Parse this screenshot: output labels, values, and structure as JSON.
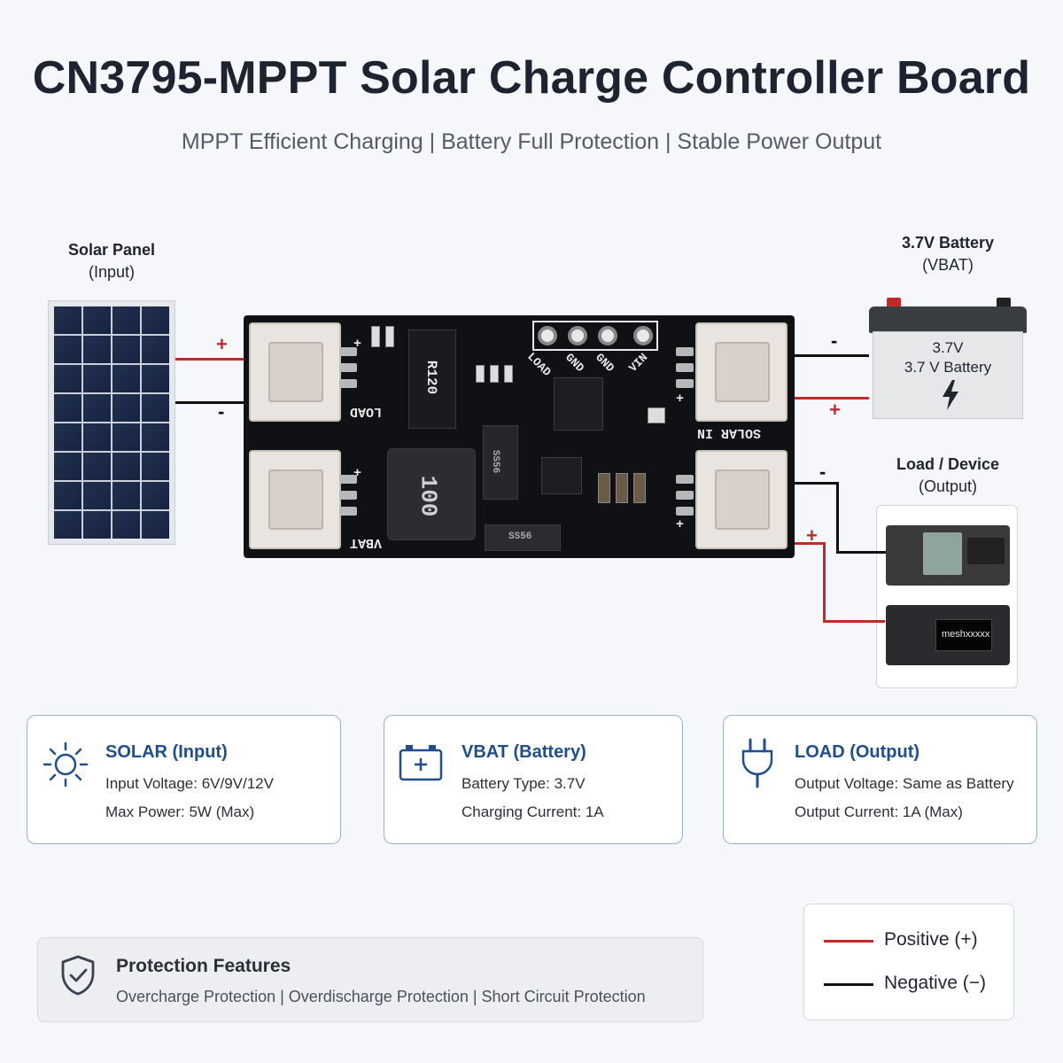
{
  "header": {
    "title": "CN3795-MPPT Solar Charge Controller Board",
    "subtitle": "MPPT Efficient Charging  |  Battery Full Protection  |  Stable Power Output"
  },
  "solar_panel": {
    "label_line1": "Solar Panel",
    "label_line2": "(Input)",
    "plus": "+",
    "minus": "-"
  },
  "battery": {
    "label_line1": "3.7V Battery",
    "label_line2": "(VBAT)",
    "body_line1": "3.7V",
    "body_line2": "3.7 V Battery",
    "minus": "-",
    "plus": "+"
  },
  "load": {
    "label_line1": "Load / Device",
    "label_line2": "(Output)",
    "minus": "-",
    "plus": "+",
    "screen_text": "meshxxxxx"
  },
  "board": {
    "silk_load": "LOAD",
    "silk_vbat": "VBAT",
    "silk_solar_in": "SOLAR IN",
    "silk_vin": "VIN",
    "silk_gnd1": "GND",
    "silk_gnd2": "GND",
    "silk_load_top": "LOAD",
    "resistor_mark": "R120",
    "inductor_mark": "100",
    "diode_mark": "SS56",
    "diode2_mark": "SS56",
    "plus_marks": [
      "+",
      "+",
      "+",
      "+"
    ]
  },
  "cards": [
    {
      "title": "SOLAR (Input)",
      "line1": "Input Voltage: 6V/9V/12V",
      "line2": "Max Power:  5W (Max)",
      "icon": "sun-icon"
    },
    {
      "title": "VBAT (Battery)",
      "line1": "Battery Type: 3.7V",
      "line2": "Charging Current: 1A",
      "icon": "battery-icon"
    },
    {
      "title": "LOAD (Output)",
      "line1": "Output Voltage: Same as Battery",
      "line2": "Output Current: 1A (Max)",
      "icon": "plug-icon"
    }
  ],
  "protection": {
    "title": "Protection Features",
    "text": "Overcharge Protection | Overdischarge Protection | Short Circuit Protection"
  },
  "legend": {
    "positive": "Positive (+)",
    "negative": "Negative (−)"
  },
  "colors": {
    "accent": "#1f4e8f",
    "positive": "#c62828",
    "negative": "#111111",
    "board": "#101114"
  }
}
